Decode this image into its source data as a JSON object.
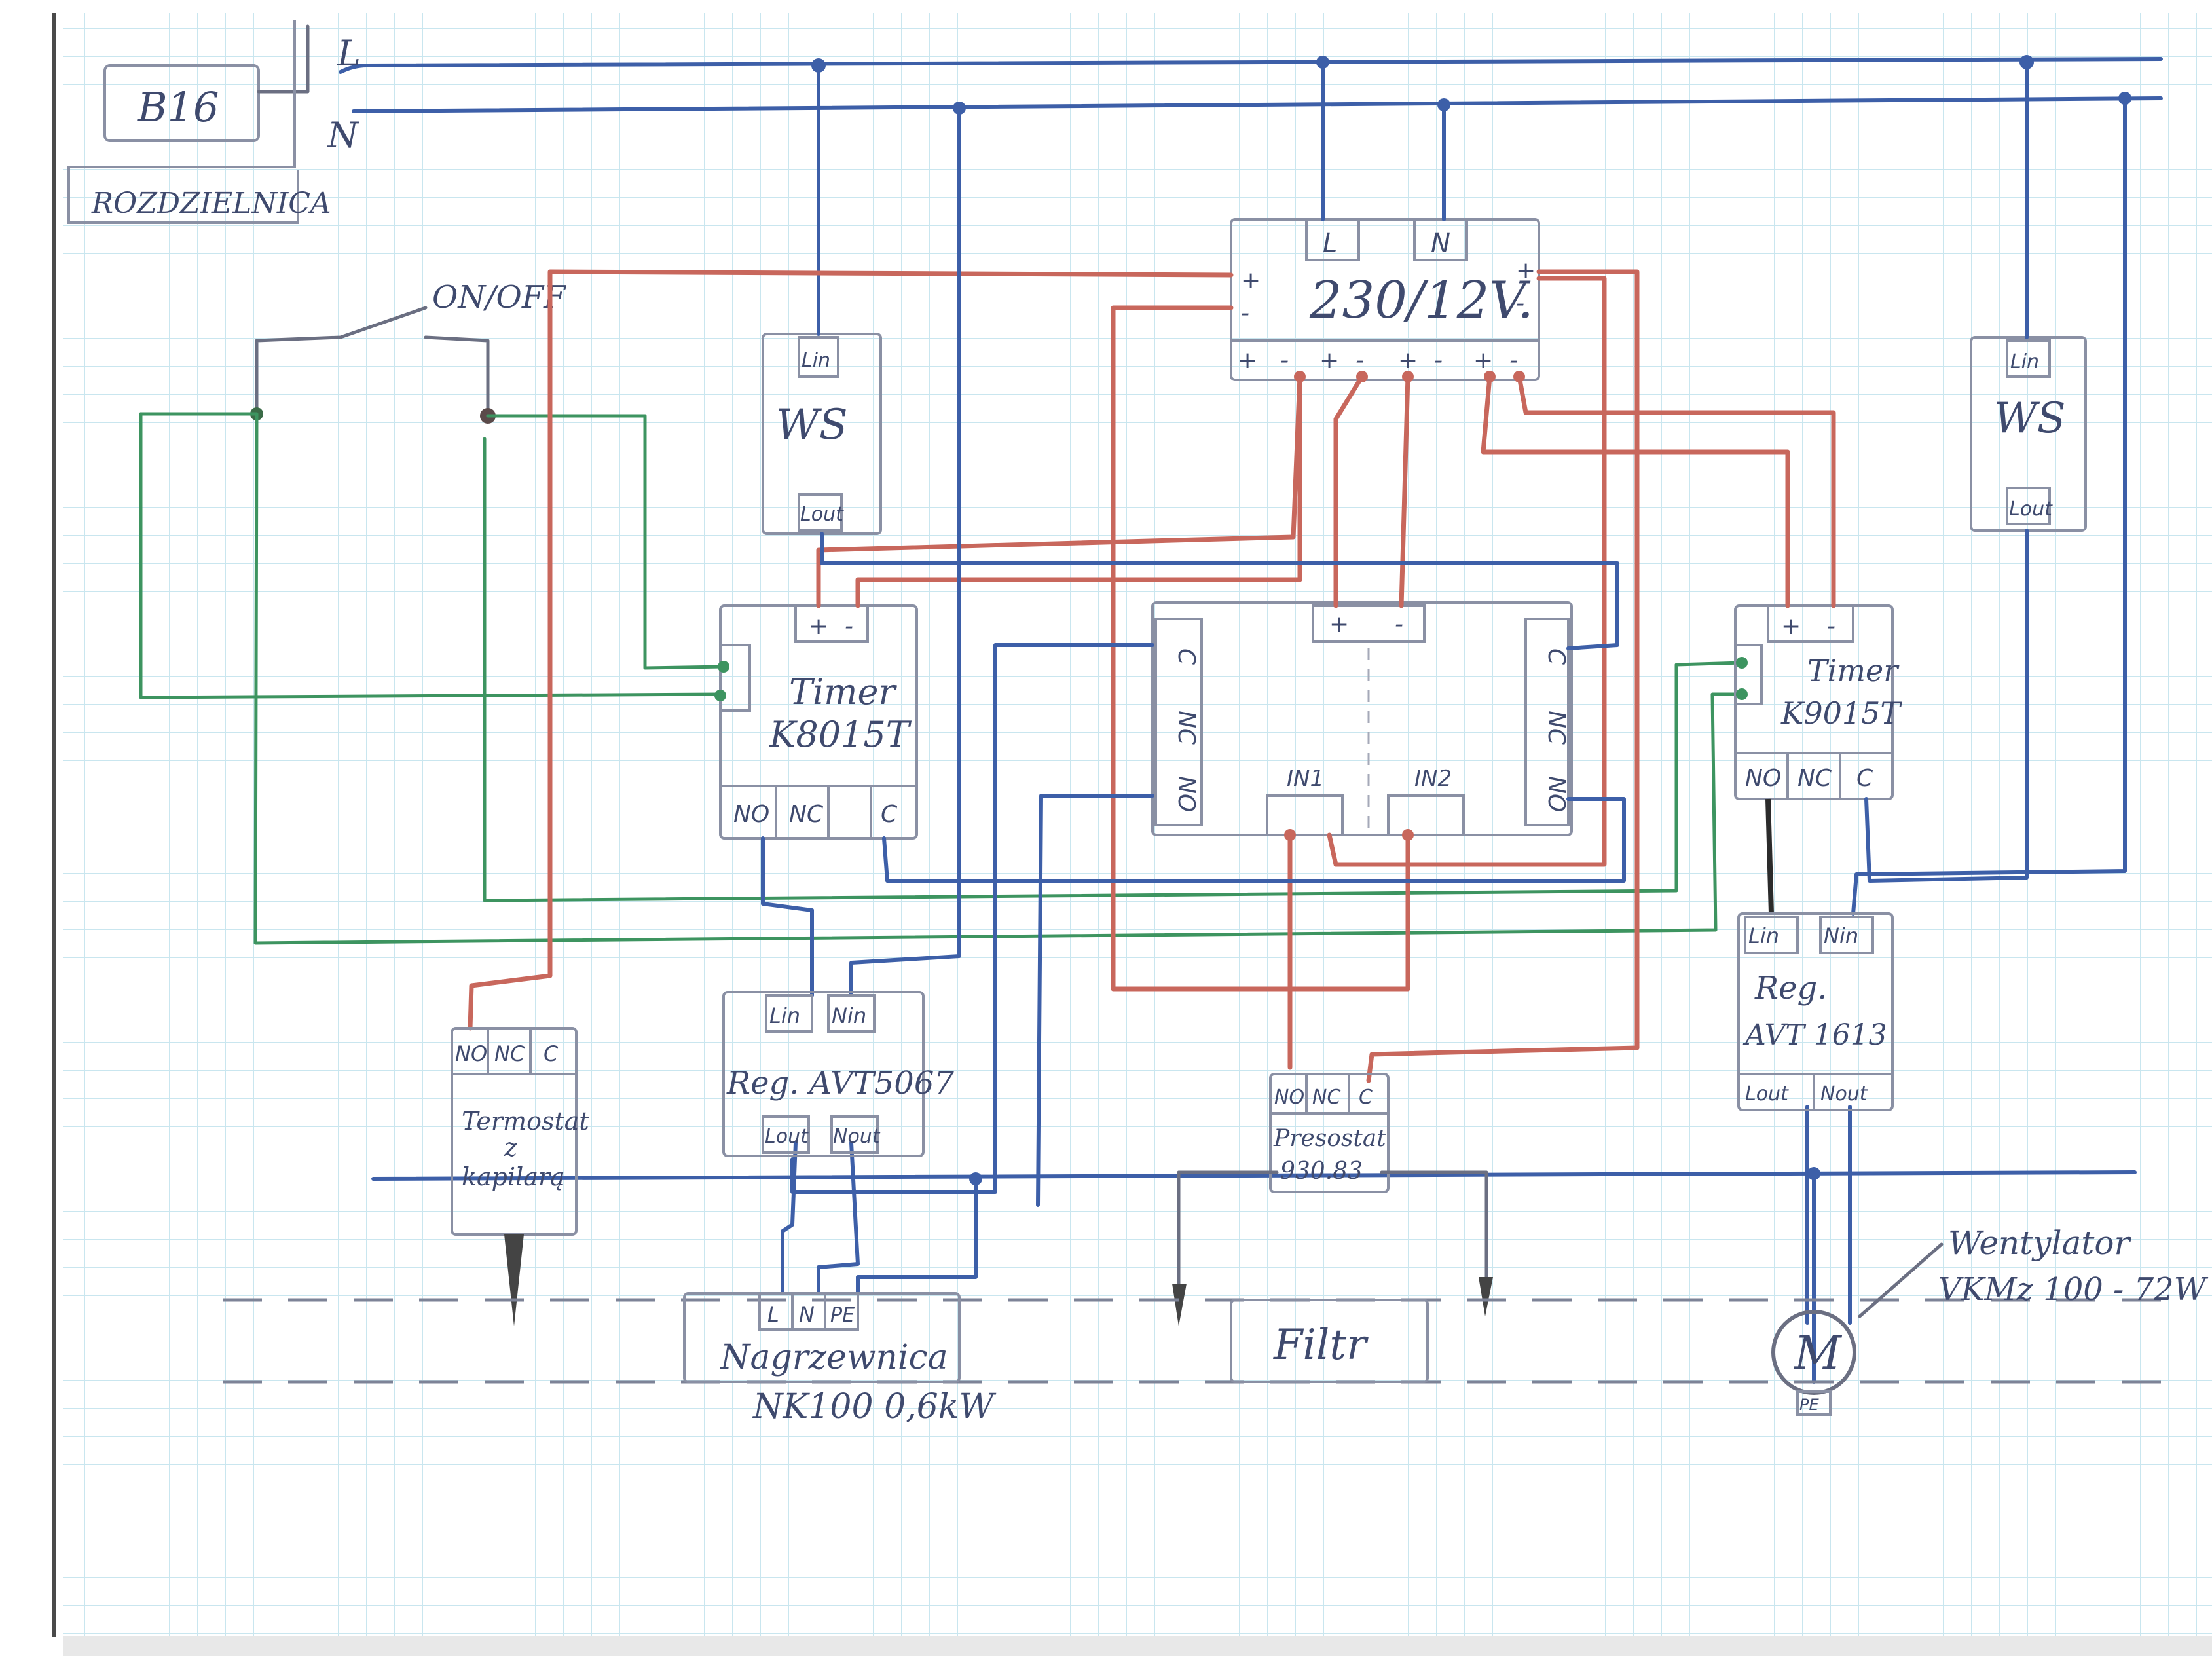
{
  "colors": {
    "grid": "#c9e6ef",
    "pencil": "#8a90a4",
    "text": "#3f4a6e",
    "wire_red": "#c8675c",
    "wire_blue": "#3d5fa8",
    "wire_green": "#3d9460",
    "wire_grey": "#6b6f82",
    "wire_black": "#2b2b2b"
  },
  "distribution_board": {
    "breaker_label": "B16",
    "title": "ROZDZIELNICA",
    "line_label": "L",
    "neutral_label": "N"
  },
  "switch_label": "ON/OFF",
  "psu": {
    "label": "230/12V.",
    "term_l": "L",
    "term_n": "N",
    "plus": "+",
    "minus": "-"
  },
  "ws_left": {
    "label": "WS",
    "term_in": "Lin",
    "term_out": "Lout"
  },
  "ws_right": {
    "label": "WS",
    "term_in": "Lin",
    "term_out": "Lout"
  },
  "timer_left": {
    "label_line1": "Timer",
    "label_line2": "K8015T",
    "term_plus": "+",
    "term_minus": "-",
    "term_no": "NO",
    "term_nc": "NC",
    "term_c": "C"
  },
  "timer_right": {
    "label_line1": "Timer",
    "label_line2": "K9015T",
    "term_plus": "+",
    "term_minus": "-",
    "term_no": "NO",
    "term_nc": "NC",
    "term_c": "C"
  },
  "relay_module": {
    "term_plus": "+",
    "term_minus": "-",
    "term_in1": "IN1",
    "term_in2": "IN2",
    "left_c": "C",
    "left_nc": "NC",
    "left_no": "NO",
    "right_c": "C",
    "right_nc": "NC",
    "right_no": "NO"
  },
  "thermostat": {
    "label_line1": "Termostat",
    "label_line2": "z",
    "label_line3": "kapilarą",
    "term_no": "NO",
    "term_nc": "NC",
    "term_c": "C"
  },
  "reg_left": {
    "label": "Reg. AVT5067",
    "term_lin": "Lin",
    "term_nin": "Nin",
    "term_lout": "Lout",
    "term_nout": "Nout"
  },
  "pressostat": {
    "label_line1": "Presostat",
    "label_line2": "930.83",
    "term_no": "NO",
    "term_nc": "NC",
    "term_c": "C"
  },
  "reg_right": {
    "label_line1": "Reg.",
    "label_line2": "AVT 1613",
    "term_lin": "Lin",
    "term_nin": "Nin",
    "term_lout": "Lout",
    "term_nout": "Nout"
  },
  "heater": {
    "label_line1": "Nagrzewnica",
    "label_line2": "NK100 0,6kW",
    "term_l": "L",
    "term_n": "N",
    "term_pe": "PE"
  },
  "filter_label": "Filtr",
  "fan": {
    "symbol": "M",
    "pe": "PE",
    "label_line1": "Wentylator",
    "label_line2": "VKMz 100 - 72W"
  }
}
